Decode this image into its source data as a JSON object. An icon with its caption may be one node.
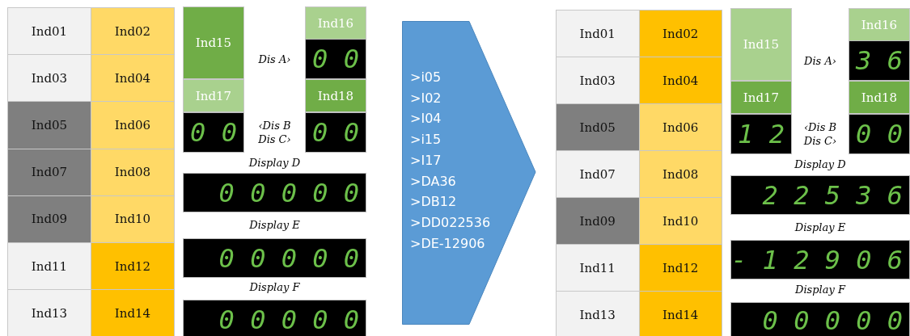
{
  "diagram": {
    "nodes": [
      {
        "text": [
          "Ind01"
        ]
      },
      {
        "text": [
          "Ind02"
        ]
      },
      {
        "text": [
          "Ind03"
        ]
      },
      {
        "text": [
          "Ind04"
        ]
      },
      {
        "text": [
          "Ind05"
        ]
      },
      {
        "text": [
          "Ind06"
        ]
      },
      {
        "text": [
          "Ind07"
        ]
      },
      {
        "text": [
          "Ind08"
        ]
      },
      {
        "text": [
          "Ind09"
        ]
      },
      {
        "text": [
          "Ind10"
        ]
      },
      {
        "text": [
          "Ind11"
        ]
      },
      {
        "text": [
          "Ind12"
        ]
      },
      {
        "text": [
          "Ind13"
        ]
      },
      {
        "text": [
          "Ind14"
        ]
      },
      {
        "text": [
          "Ind15"
        ]
      },
      {
        "text": [
          "Ind16"
        ]
      },
      {
        "text": [
          "0 0"
        ]
      },
      {
        "text": [
          "Ind17"
        ]
      },
      {
        "text": [
          "Ind18"
        ]
      },
      {
        "text": [
          "0 0"
        ]
      },
      {
        "text": [
          "0 0"
        ]
      },
      {
        "text": [
          "0 0 0 0 0"
        ]
      },
      {
        "text": [
          "0 0 0 0 0"
        ]
      },
      {
        "text": [
          "0 0 0 0 0"
        ]
      },
      {
        "text": [
          ">i05",
          ">I02",
          ">I04",
          ">i15",
          ">I17",
          ">DA36",
          ">DB12",
          ">DD022536",
          ">DE-12906"
        ]
      },
      {
        "text": [
          "Ind01"
        ]
      },
      {
        "text": [
          "Ind02"
        ]
      },
      {
        "text": [
          "Ind03"
        ]
      },
      {
        "text": [
          "Ind04"
        ]
      },
      {
        "text": [
          "Ind05"
        ]
      },
      {
        "text": [
          "Ind06"
        ]
      },
      {
        "text": [
          "Ind07"
        ]
      },
      {
        "text": [
          "Ind08"
        ]
      },
      {
        "text": [
          "Ind09"
        ]
      },
      {
        "text": [
          "Ind10"
        ]
      },
      {
        "text": [
          "Ind11"
        ]
      },
      {
        "text": [
          "Ind12"
        ]
      },
      {
        "text": [
          "Ind13"
        ]
      },
      {
        "text": [
          "Ind14"
        ]
      },
      {
        "text": [
          "Ind15"
        ]
      },
      {
        "text": [
          "Ind16"
        ]
      },
      {
        "text": [
          "3 6"
        ]
      },
      {
        "text": [
          "Ind17"
        ]
      },
      {
        "text": [
          "Ind18"
        ]
      },
      {
        "text": [
          "1 2"
        ]
      },
      {
        "text": [
          "0 0"
        ]
      },
      {
        "text": [
          "2 2 5 3 6"
        ]
      },
      {
        "text": [
          "- 1 2 9 0 6"
        ]
      },
      {
        "text": [
          "0 0 0 0 0"
        ]
      }
    ],
    "labels": [
      "Dis A›",
      "‹Dis B",
      "Dis C›",
      "Display D",
      "Display E",
      "Display F",
      "Dis A›",
      "‹Dis B",
      "Dis C›",
      "Display D",
      "Display E",
      "Display F"
    ]
  }
}
